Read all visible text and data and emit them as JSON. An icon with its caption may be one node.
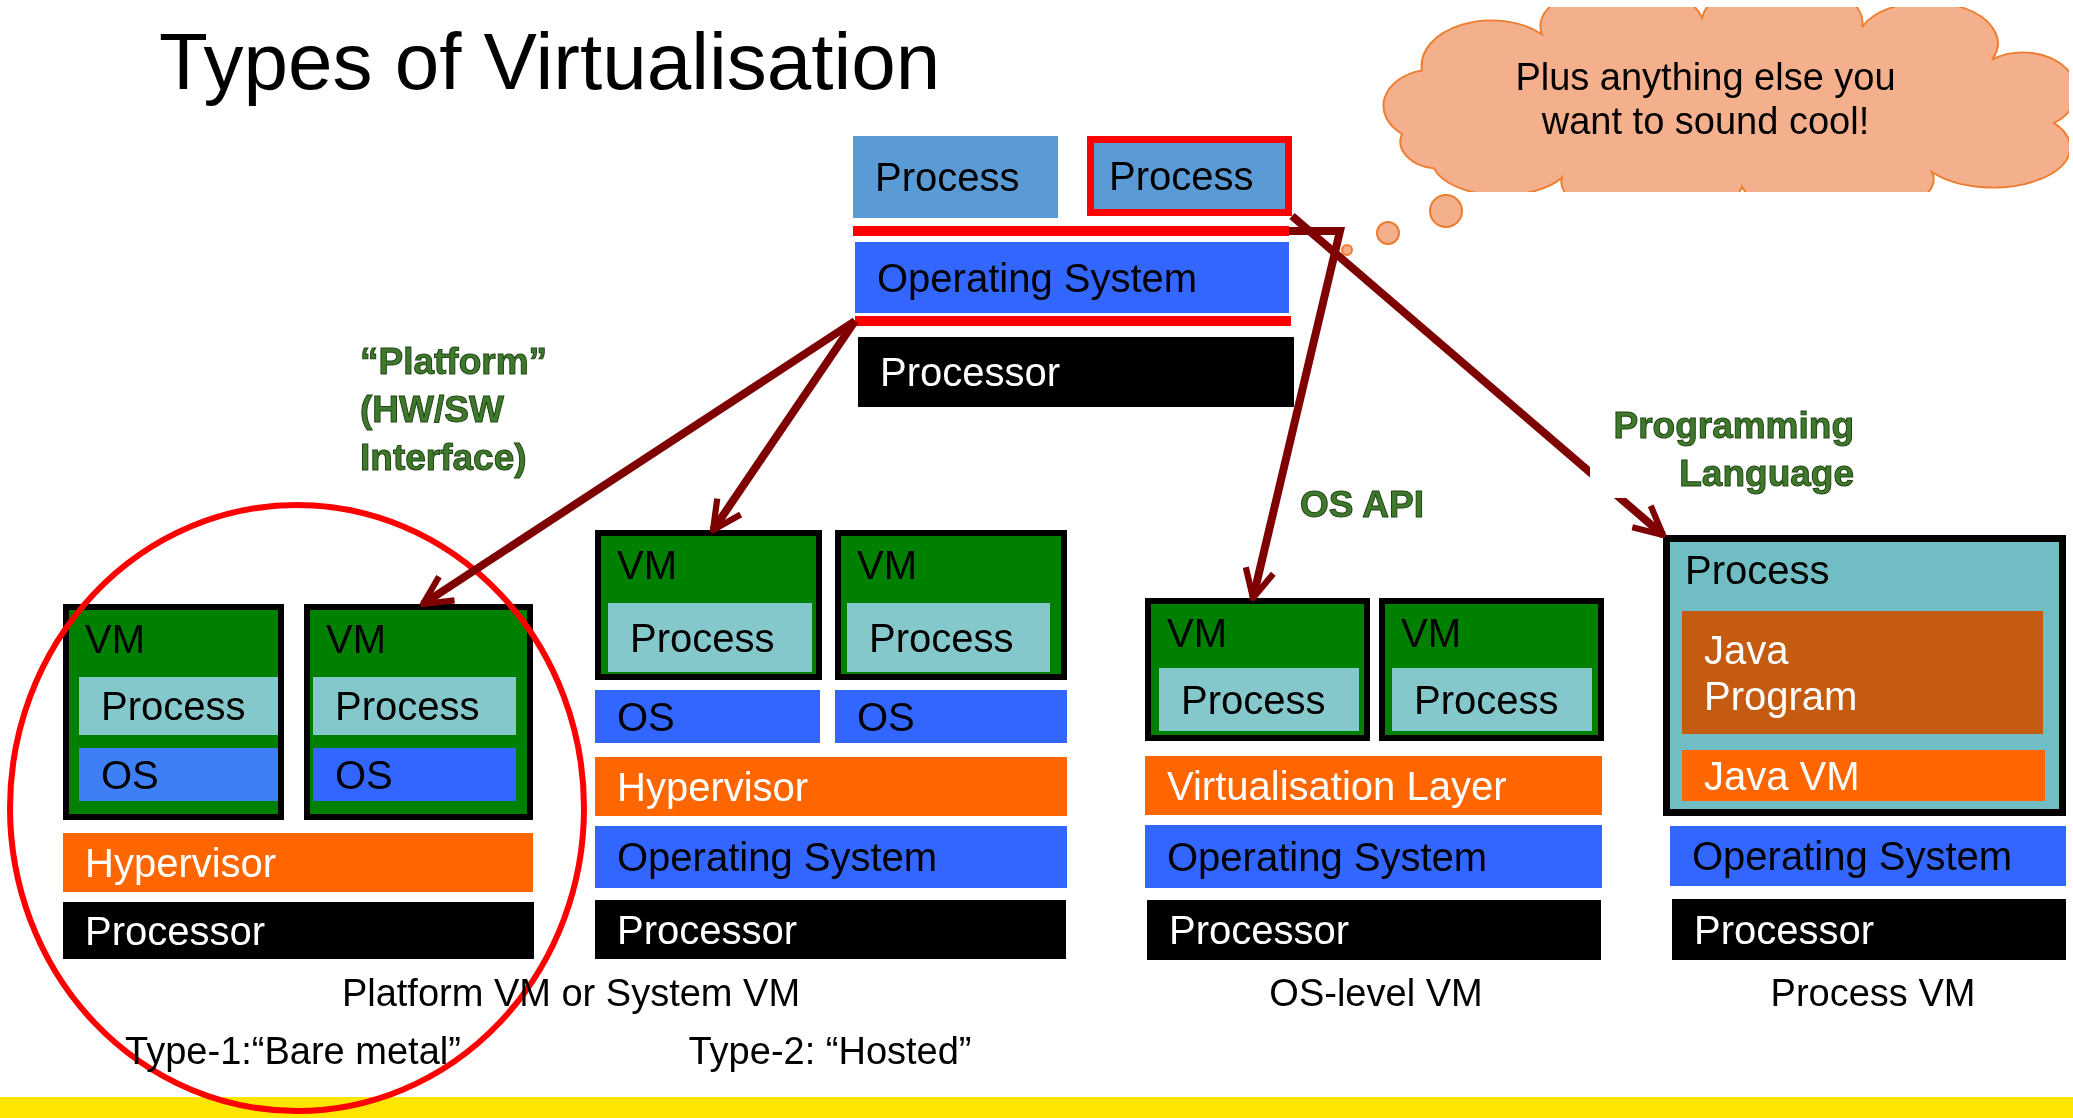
{
  "diagram": {
    "title": "Types of Virtualisation",
    "nodes": [
      {
        "text": [
          "Process"
        ]
      },
      {
        "text": [
          "Process"
        ]
      },
      {
        "text": [],
        "shape": "bar"
      },
      {
        "text": [
          "Operating System"
        ]
      },
      {
        "text": [],
        "shape": "bar"
      },
      {
        "text": [
          "Processor"
        ]
      },
      {
        "text": [
          "Plus anything else you want to sound cool!"
        ]
      },
      {
        "text": [
          "VM"
        ]
      },
      {
        "text": [
          "Process"
        ],
        "in": 7
      },
      {
        "text": [
          "OS"
        ],
        "in": 7
      },
      {
        "text": [
          "VM"
        ]
      },
      {
        "text": [
          "Process"
        ],
        "in": 10
      },
      {
        "text": [
          "OS"
        ],
        "in": 10
      },
      {
        "text": [
          "Hypervisor"
        ]
      },
      {
        "text": [
          "Processor"
        ]
      },
      {
        "text": [
          "VM"
        ]
      },
      {
        "text": [
          "Process"
        ],
        "in": 15
      },
      {
        "text": [
          "VM"
        ]
      },
      {
        "text": [
          "Process"
        ],
        "in": 17
      },
      {
        "text": [
          "OS"
        ]
      },
      {
        "text": [
          "OS"
        ]
      },
      {
        "text": [
          "Hypervisor"
        ]
      },
      {
        "text": [
          "Operating System"
        ]
      },
      {
        "text": [
          "Processor"
        ]
      },
      {
        "text": [
          "VM"
        ]
      },
      {
        "text": [
          "Process"
        ],
        "in": 24
      },
      {
        "text": [
          "VM"
        ]
      },
      {
        "text": [
          "Process"
        ],
        "in": 26
      },
      {
        "text": [
          "Virtualisation Layer"
        ]
      },
      {
        "text": [
          "Operating System"
        ]
      },
      {
        "text": [
          "Processor"
        ]
      },
      {
        "text": [
          "Process"
        ]
      },
      {
        "text": [
          "Java Program"
        ],
        "in": 31
      },
      {
        "text": [
          "Java VM"
        ],
        "in": 31
      },
      {
        "text": [
          "Operating System"
        ]
      },
      {
        "text": [
          "Processor"
        ]
      }
    ],
    "edges": [
      {
        "from": 4,
        "to": 10,
        "arrow": "to",
        "label": "“Platform” (HW/SW Interface)"
      },
      {
        "from": 4,
        "to": 15,
        "arrow": "to"
      },
      {
        "from": 2,
        "to": 24,
        "arrow": "to",
        "label": "OS API"
      },
      {
        "from": 1,
        "to": 31,
        "arrow": "to",
        "label": "Programming Language"
      }
    ],
    "labels": [
      "Platform VM or System VM",
      "OS-level VM",
      "Process VM",
      "Type-1:“Bare metal”",
      "Type-2: “Hosted”"
    ]
  }
}
